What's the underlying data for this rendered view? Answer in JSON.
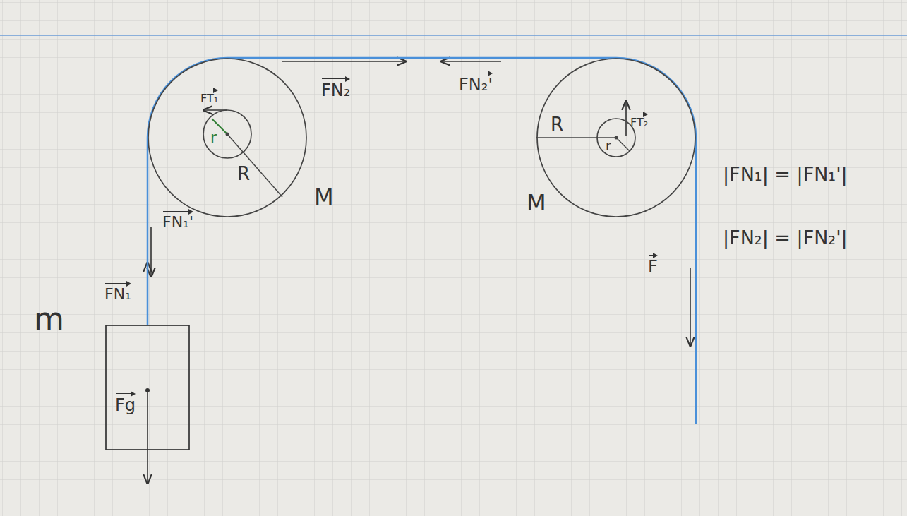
{
  "diagram": {
    "nodes": [
      {
        "text": [
          "m",
          "Fg"
        ]
      },
      {
        "text": [
          "R",
          "M"
        ]
      },
      {
        "text": [
          "r"
        ],
        "in": 1
      },
      {
        "text": [
          "R",
          "M"
        ]
      },
      {
        "text": [
          "r"
        ],
        "in": 3
      }
    ],
    "edges": [
      {
        "from": 0,
        "to": 1,
        "arrow": "none"
      },
      {
        "from": 1,
        "to": 3,
        "arrow": "none"
      }
    ],
    "labels": [
      "FN₁",
      "FN₁'",
      "FT₁",
      "FN₂",
      "FN₂'",
      "FT₂",
      "F",
      "|FN₁| = |FN₁'|",
      "|FN₂| = |FN₂'|"
    ]
  }
}
